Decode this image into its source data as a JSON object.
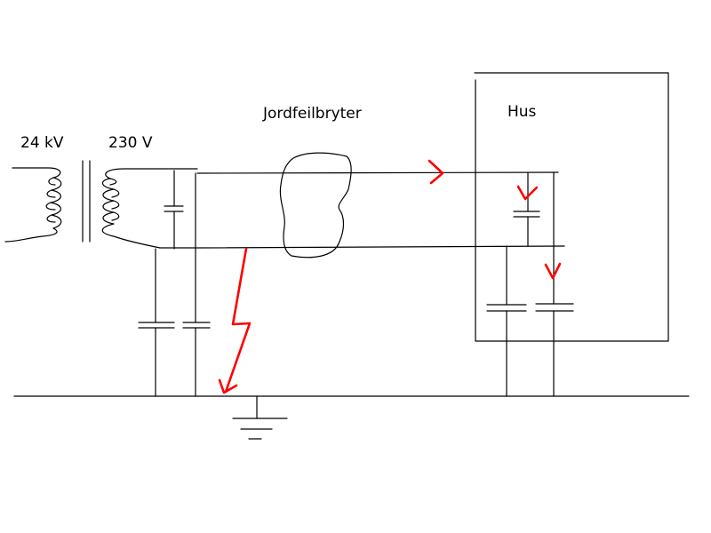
{
  "labels": {
    "primary_voltage": "24 kV",
    "secondary_voltage": "230 V",
    "rcd": "Jordfeilbryter",
    "house": "Hus"
  },
  "colors": {
    "line": "#000000",
    "fault": "#ff0000"
  },
  "icons": {
    "transformer": "transformer-icon",
    "ground": "ground-symbol-icon",
    "capacitor": "capacitor-icon",
    "fault": "lightning-fault-icon",
    "current_arrow": "arrow-icon"
  }
}
